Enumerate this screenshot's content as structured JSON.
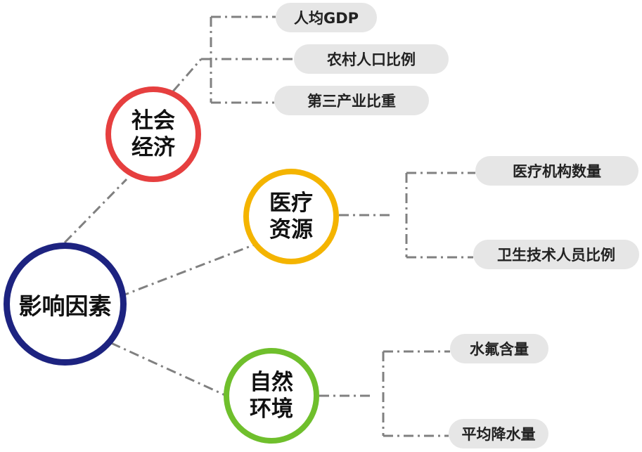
{
  "root": {
    "label": "影响因素",
    "color": "#1d2380"
  },
  "branches": [
    {
      "id": "social",
      "line1": "社会",
      "line2": "经济",
      "color": "#e63f3f",
      "leaves": [
        "人均GDP",
        "农村人口比例",
        "第三产业比重"
      ]
    },
    {
      "id": "medical",
      "line1": "医疗",
      "line2": "资源",
      "color": "#f4b400",
      "leaves": [
        "医疗机构数量",
        "卫生技术人员比例"
      ]
    },
    {
      "id": "nature",
      "line1": "自然",
      "line2": "环境",
      "color": "#6fbf2c",
      "leaves": [
        "水氟含量",
        "平均降水量"
      ]
    }
  ],
  "style": {
    "line_color": "#808080",
    "pill_color": "#e6e6e6"
  }
}
